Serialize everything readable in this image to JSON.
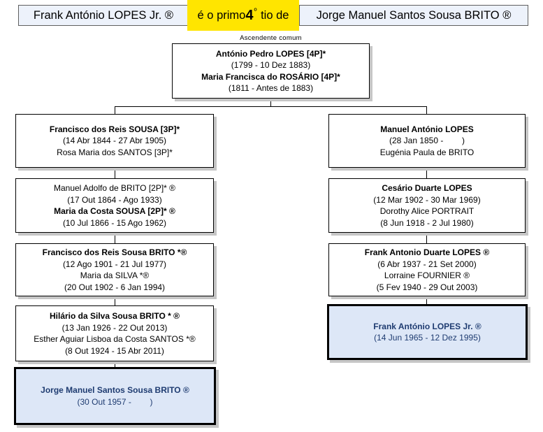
{
  "header": {
    "person_left": "Frank António LOPES Jr. ®",
    "relation_prefix": "é o primo",
    "relation_number": "4",
    "relation_ordinal": "º",
    "relation_suffix": "tio de",
    "person_right": "Jorge Manuel Santos Sousa BRITO ®"
  },
  "tree_label": "Ascendente comum",
  "colors": {
    "relation_highlight": "#FFE500",
    "header_box_bg": "#EDF2FB",
    "highlight_node_bg": "#DDE7F7",
    "highlight_node_text": "#1F3C71",
    "node_shadow": "#C6C6C6"
  },
  "nodes": {
    "ancestor": {
      "lines": [
        "António Pedro LOPES [4P]*",
        "(1799 - 10 Dez 1883)",
        "Maria Francisca do ROSÁRIO [4P]*",
        "(1811 - Antes de 1883)"
      ]
    },
    "left1": {
      "lines": [
        "Francisco dos Reis SOUSA [3P]*",
        "(14 Abr 1844 - 27 Abr 1905)",
        "Rosa Maria dos SANTOS [3P]*"
      ]
    },
    "left2": {
      "lines": [
        "Manuel Adolfo de BRITO [2P]* ®",
        "(17 Out 1864 - Ago 1933)",
        "Maria da Costa SOUSA [2P]* ®",
        "(10 Jul 1866 - 15 Ago 1962)"
      ]
    },
    "left3": {
      "lines": [
        "Francisco dos Reis Sousa BRITO *®",
        "(12 Ago 1901 - 21 Jul 1977)",
        "Maria da SILVA *®",
        "(20 Out 1902 - 6 Jan 1994)"
      ]
    },
    "left4": {
      "lines": [
        "Hilário da Silva Sousa BRITO * ®",
        "(13 Jan 1926 - 22 Out 2013)",
        "Esther Aguiar Lisboa da Costa SANTOS *®",
        "(8 Out 1924 - 15 Abr 2011)"
      ]
    },
    "left5": {
      "lines": [
        "Jorge Manuel Santos Sousa BRITO ®",
        "(30 Out 1957 -        )"
      ]
    },
    "right1": {
      "lines": [
        "Manuel António LOPES",
        "(28 Jan 1850 -        )",
        "Eugénia Paula de BRITO"
      ]
    },
    "right2": {
      "lines": [
        "Cesário Duarte LOPES",
        "(12 Mar 1902 - 30 Mar 1969)",
        "Dorothy Alice PORTRAIT",
        "(8 Jun 1918 - 2 Jul 1980)"
      ]
    },
    "right3": {
      "lines": [
        "Frank Antonio Duarte LOPES ®",
        "(6 Abr 1937 - 21 Set 2000)",
        "Lorraine FOURNIER ®",
        "(5 Fev 1940 - 29 Out 2003)"
      ]
    },
    "right4": {
      "lines": [
        "Frank António LOPES Jr. ®",
        "(14 Jun 1965 - 12 Dez 1995)"
      ]
    }
  }
}
